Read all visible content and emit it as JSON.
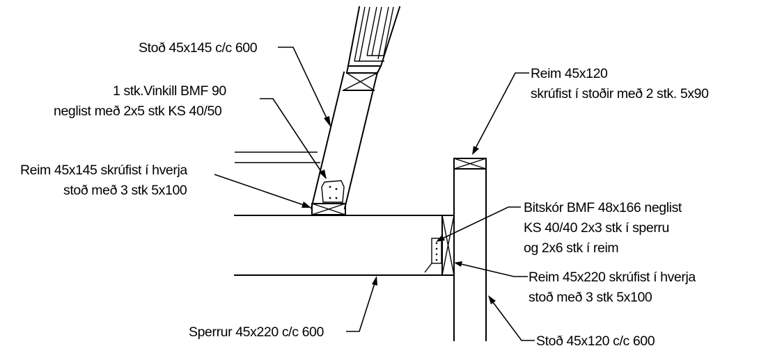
{
  "labels": {
    "stod_145": "Stoð 45x145 c/c 600",
    "vinkill_1": "1 stk.Vinkill BMF 90",
    "vinkill_2": "neglist með 2x5 stk KS 40/50",
    "reim145_1": "Reim 45x145 skrúfist í hverja",
    "reim145_2": "stoð með 3 stk 5x100",
    "reim120_1": "Reim 45x120",
    "reim120_2": "skrúfist í stoðir með 2 stk. 5x90",
    "bitskor_1": "Bitskór BMF 48x166 neglist",
    "bitskor_2": "KS 40/40 2x3 stk í sperru",
    "bitskor_3": "og 2x6 stk í reim",
    "reim220_1": "Reim 45x220 skrúfist í hverja",
    "reim220_2": "stoð með 3 stk 5x100",
    "sperrur": "Sperrur 45x220 c/c 600",
    "stod_120": "Stoð 45x120 c/c 600"
  }
}
